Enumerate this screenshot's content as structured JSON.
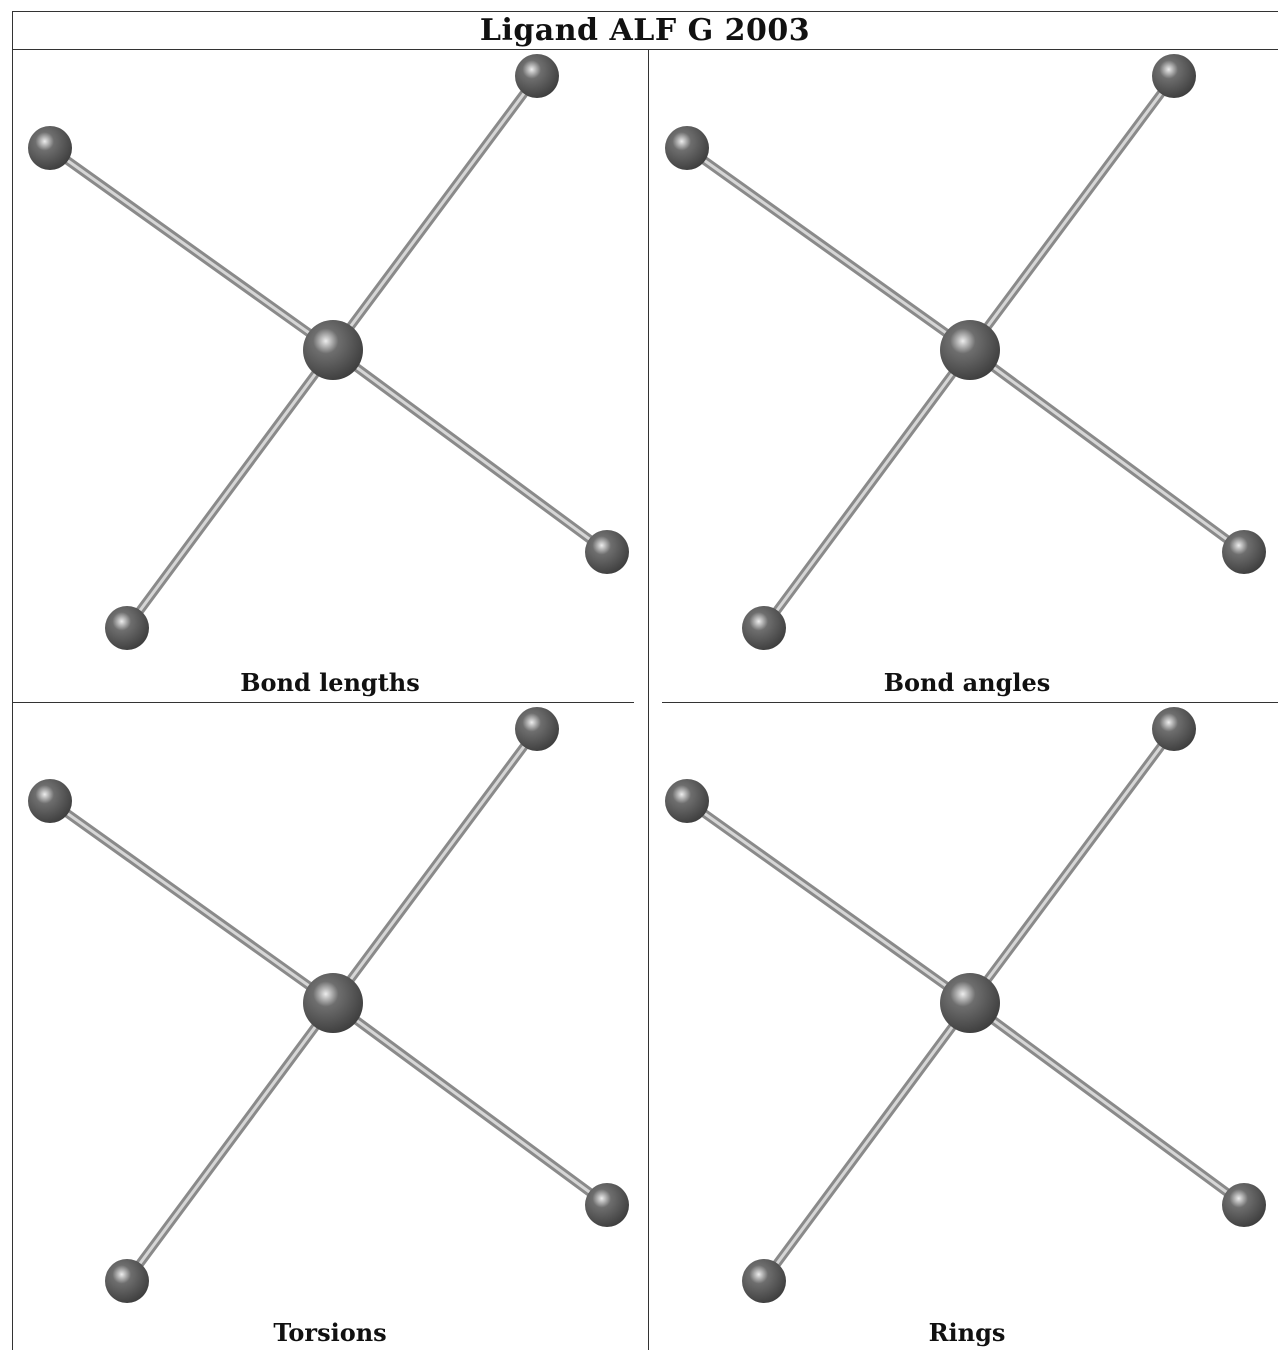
{
  "title": "Ligand ALF G 2003",
  "panels": [
    {
      "caption": "Bond lengths"
    },
    {
      "caption": "Bond angles"
    },
    {
      "caption": "Torsions"
    },
    {
      "caption": "Rings"
    }
  ],
  "colors": {
    "atom": "#6e6e6e",
    "bond": "#b0b0b0",
    "border": "#333333",
    "background": "#ffffff"
  }
}
